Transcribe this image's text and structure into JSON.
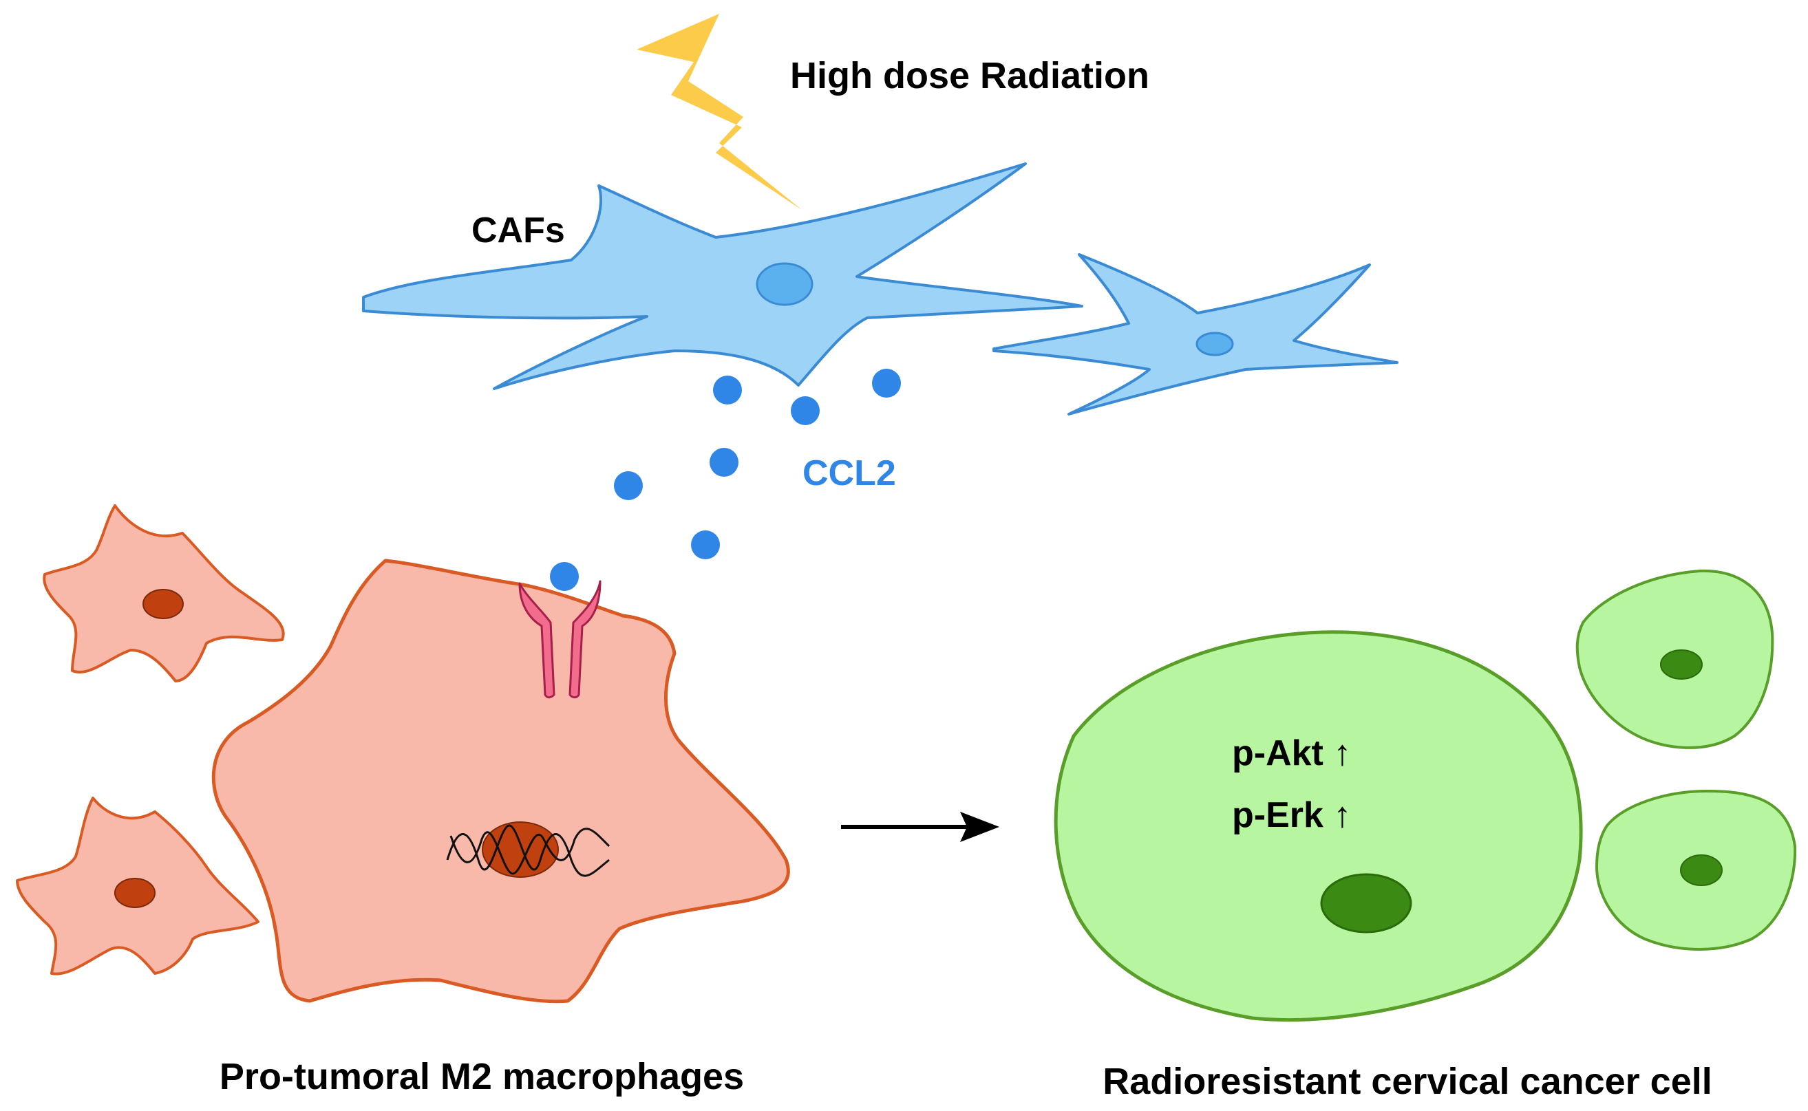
{
  "labels": {
    "radiation": "High dose Radiation",
    "cafs": "CAFs",
    "ccl2": "CCL2",
    "p_akt": "p-Akt ↑",
    "p_erk": "p-Erk ↑",
    "macrophages": "Pro-tumoral M2 macrophages",
    "cancer_cell": "Radioresistant cervical cancer cell"
  },
  "colors": {
    "lightning": "#FCCB4A",
    "caf_fill": "#9DD3F7",
    "caf_stroke": "#3A8BD4",
    "caf_nucleus": "#5BB0EE",
    "ccl2": "#2F86E6",
    "macrophage_fill": "#F8B8AA",
    "macrophage_stroke": "#D95A22",
    "macrophage_nucleus": "#C0400F",
    "receptor_fill": "#F26C8E",
    "receptor_stroke": "#A8204A",
    "cancer_fill": "#B8F5A0",
    "cancer_stroke": "#5A9E2A",
    "cancer_nucleus": "#3A8A14",
    "text": "#000000"
  }
}
